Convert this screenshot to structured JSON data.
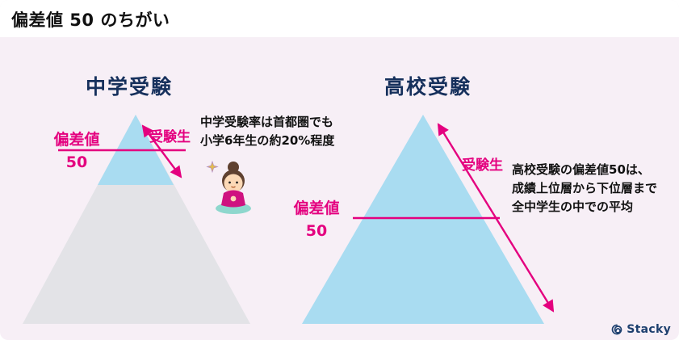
{
  "page": {
    "title": "偏差値 50 のちがい"
  },
  "left": {
    "heading": "中学受験",
    "deviation_label": [
      "偏差値",
      "50"
    ],
    "examinee_label": "受験生",
    "note_lines": [
      "中学受験率は首都圏でも",
      "小学6年生の約20%程度"
    ]
  },
  "right": {
    "heading": "高校受験",
    "deviation_label": [
      "偏差値",
      "50"
    ],
    "examinee_label": "受験生",
    "note_lines": [
      "高校受験の偏差値50は、",
      "成績上位層から下位層まで",
      "全中学生の中での平均"
    ]
  },
  "footer": {
    "brand": "Stacky"
  },
  "icons": {
    "character": "meditating-girl",
    "sparkle": "four-point-star",
    "brand_mark": "spiral"
  },
  "colors": {
    "background": "#f7eff6",
    "header_bar": "#ffffff",
    "accent_pink": "#e4007f",
    "heading_navy": "#16305c",
    "triangle_blue": "#a9dcf1",
    "triangle_gray": "#e3e3e7",
    "text_black": "#111111",
    "brand_navy": "#1c3f6e",
    "character_dress": "#cf1280",
    "character_base": "#8ed7cd"
  }
}
